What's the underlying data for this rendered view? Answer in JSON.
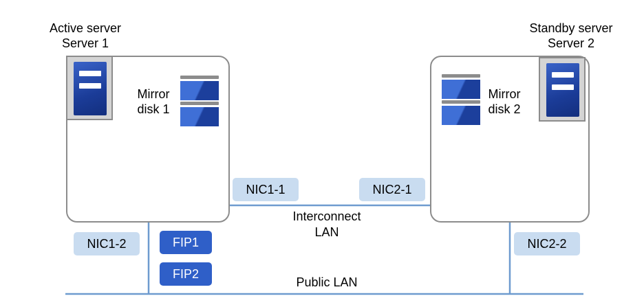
{
  "colors": {
    "line": "#6e9bcf",
    "box_border": "#8c8c8c",
    "nic_fill": "#c9dcf0",
    "fip_fill": "#2f5fc8",
    "server_blue": "#1b3c98"
  },
  "servers": [
    {
      "role": "Active server",
      "name": "Server 1",
      "disk_line1": "Mirror",
      "disk_line2": "disk 1"
    },
    {
      "role": "Standby server",
      "name": "Server 2",
      "disk_line1": "Mirror",
      "disk_line2": "disk 2"
    }
  ],
  "nics": {
    "nic1_1": "NIC1-1",
    "nic2_1": "NIC2-1",
    "nic1_2": "NIC1-2",
    "nic2_2": "NIC2-2"
  },
  "fips": [
    "FIP1",
    "FIP2"
  ],
  "networks": {
    "interconnect_line1": "Interconnect",
    "interconnect_line2": "LAN",
    "public": "Public LAN"
  }
}
